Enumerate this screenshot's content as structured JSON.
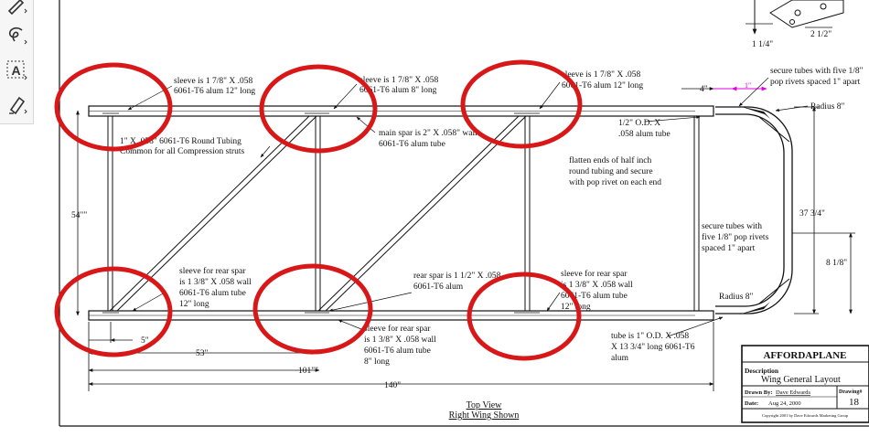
{
  "toolbar": {
    "tools": [
      {
        "name": "pen-icon"
      },
      {
        "name": "lasso-icon"
      },
      {
        "name": "text-select-icon",
        "glyph": "A"
      },
      {
        "name": "highlighter-icon"
      }
    ]
  },
  "notes": {
    "sleeve_front_1": [
      "sleeve is 1 7/8\" X .058",
      "6061-T6 alum 12\" long"
    ],
    "sleeve_front_2": [
      "sleeve is 1 7/8\" X .058",
      "6061-T6 alum 8\" long"
    ],
    "sleeve_front_3": [
      "sleeve is 1 7/8\" X .058",
      "6061-T6 alum 12\" long"
    ],
    "compression_struts": [
      "1\" X .058\" 6061-T6 Round Tubing",
      "Common for all Compression struts"
    ],
    "main_spar": [
      "main spar is 2\" X .058\" wall",
      "6061-T6 alum tube"
    ],
    "tip_tube": [
      "1/2\" O.D. X",
      ".058 alum tube"
    ],
    "flatten_ends": [
      "flatten ends of half inch",
      "round tubing and secure",
      "with pop rivet on each end"
    ],
    "secure_tubes_top": [
      "secure tubes with five 1/8\"",
      "pop rivets spaced 1\" apart"
    ],
    "secure_tubes_mid": [
      "secure tubes with",
      "five  1/8\" pop rivets",
      "spaced 1\" apart"
    ],
    "radius_top": "Radius 8\"",
    "radius_bottom": "Radius 8\"",
    "sleeve_rear_1": [
      "sleeve for rear spar",
      "is 1 3/8\" X .058 wall",
      "6061-T6 alum tube",
      "12\" long"
    ],
    "rear_spar": [
      "rear spar is 1 1/2\" X .058",
      "6061-T6 alum"
    ],
    "sleeve_rear_2": [
      "sleeve for rear spar",
      "is 1 3/8\" X .058 wall",
      "6061-T6 alum tube",
      "8\" long"
    ],
    "sleeve_rear_3": [
      "sleeve for rear spar",
      "is 1 3/8\" X .058 wall",
      "6061-T6 alum tube",
      "12\" long"
    ],
    "tip_bow_tube": [
      "tube is 1\" O.D. X .058",
      "X 13 3/4\" long 6061-T6",
      "alum"
    ]
  },
  "dimensions": {
    "span_54": "54\"\"",
    "d_5": "5\"",
    "d_53": "53\"",
    "d_101": "101\"\"",
    "d_140": "140\"",
    "d_4": "4\"",
    "d_1": "1\"",
    "d_37_3_4": "37 3/4\"",
    "d_8_1_8": "8 1/8\"",
    "d_1_1_4": "1 1/4\"",
    "d_2_1_2": "2 1/2\""
  },
  "view": {
    "line1": "Top View",
    "line2": "Right Wing Shown"
  },
  "title_block": {
    "company": "AFFORDAPLANE",
    "description_label": "Description",
    "description": "Wing General Layout",
    "drawn_by_label": "Drawn By:",
    "drawn_by": "Dave Edwards",
    "drawing_label": "Drawing#",
    "drawing_number": "18",
    "date_label": "Date:",
    "date": "Aug 24, 2000",
    "copyright": "Copyright 2001 by Dave Edwards Marketing Group"
  },
  "colors": {
    "markup_circle": "#d81818",
    "dimension_magenta": "#e000e0",
    "line": "#111111"
  }
}
